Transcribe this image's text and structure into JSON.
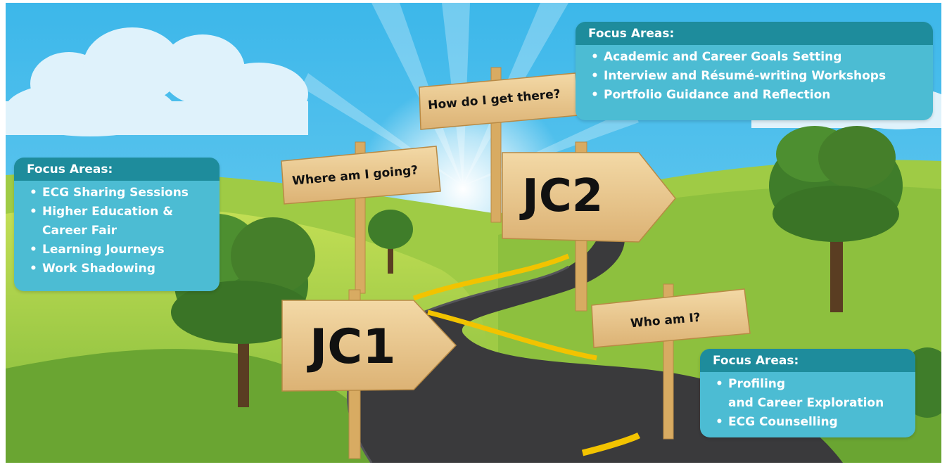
{
  "signs": {
    "who_am_i": "Who am I?",
    "where_going": "Where am I going?",
    "how_get_there": "How do I get there?",
    "jc1": "JC1",
    "jc2": "JC2"
  },
  "panels": {
    "left": {
      "title": "Focus Areas:",
      "items": [
        "ECG Sharing Sessions",
        "Higher Education &",
        "Career Fair",
        "Learning Journeys",
        "Work Shadowing"
      ]
    },
    "top_right": {
      "title": "Focus Areas:",
      "items": [
        "Academic and Career Goals Setting",
        "Interview and Résumé-writing Workshops",
        "Portfolio Guidance and Reflection"
      ]
    },
    "bottom_right": {
      "title": "Focus Areas:",
      "items": [
        "Profiling",
        "and Career Exploration",
        "ECG Counselling"
      ]
    }
  },
  "colors": {
    "sky": "#52c3ee",
    "grass_light": "#b5d64a",
    "grass_dark": "#6aa532",
    "road": "#3a3a3c",
    "road_line": "#f2c300",
    "wood": "#e8c48a",
    "panel": "#4cbcd3",
    "panel_header": "#1e8c9c"
  }
}
